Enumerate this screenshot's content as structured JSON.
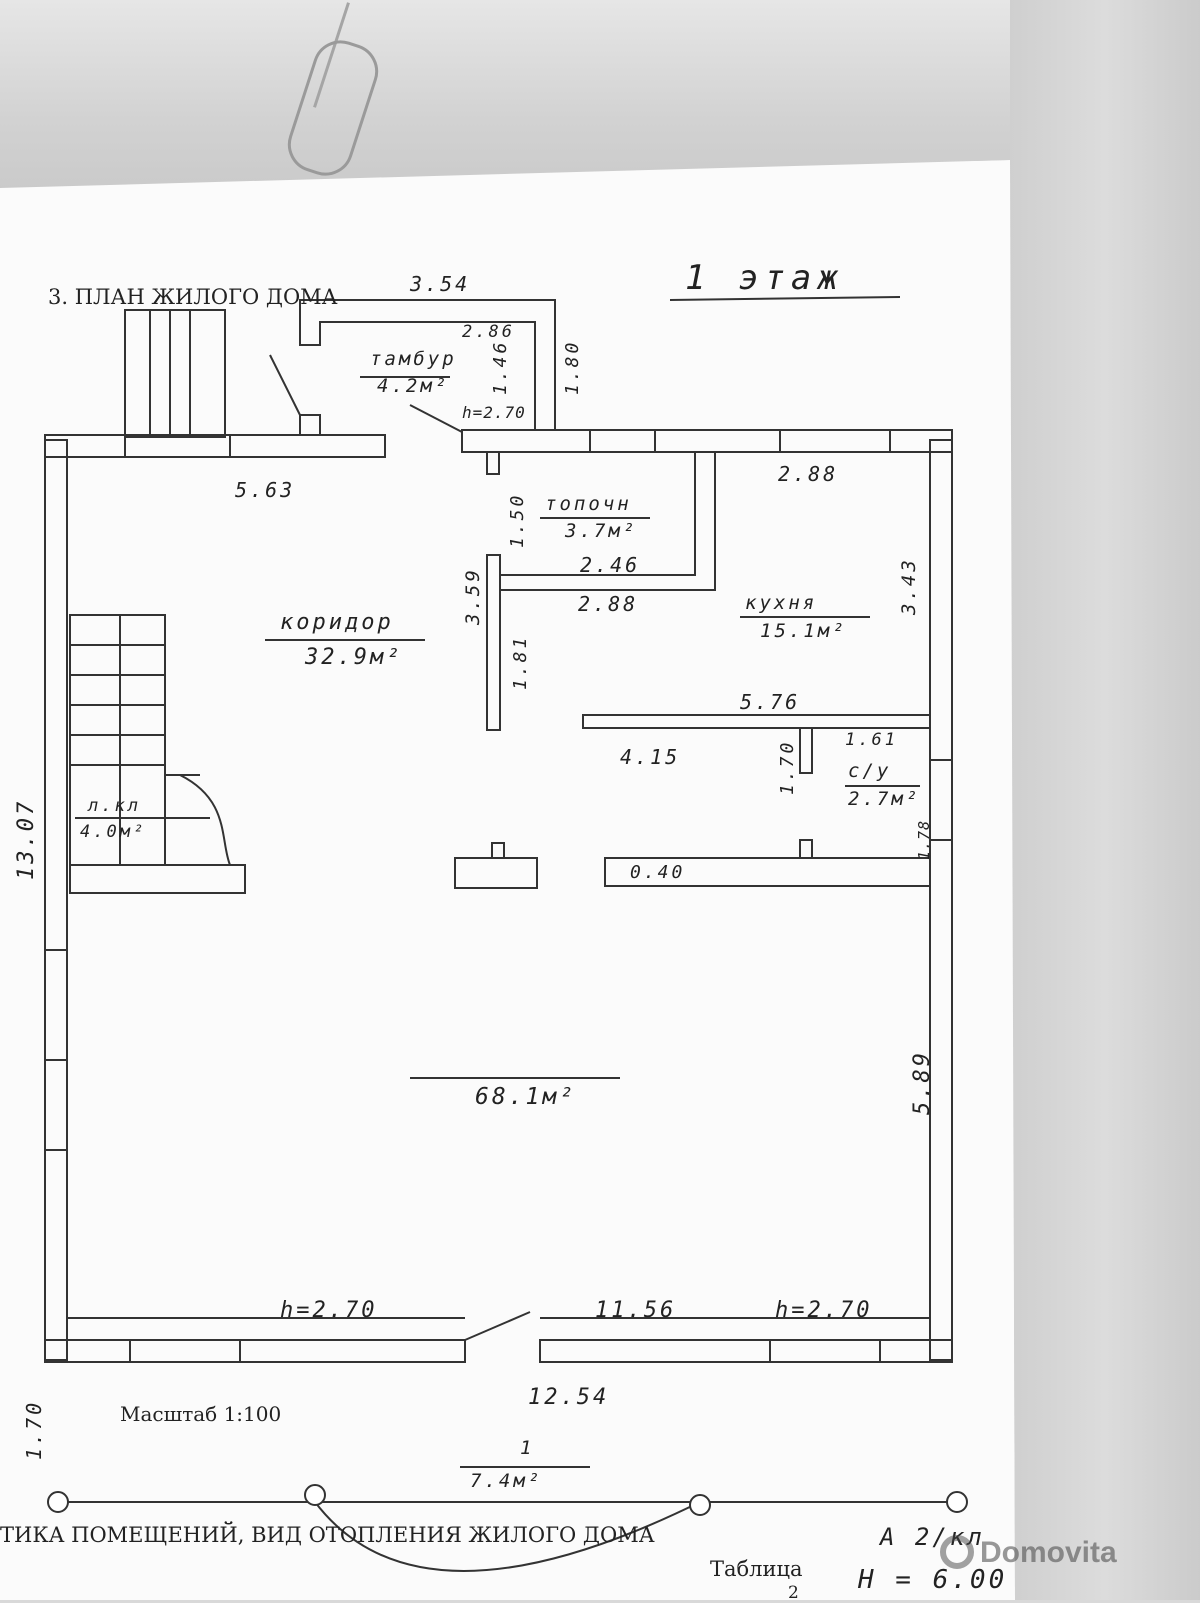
{
  "header": {
    "title": "3. ПЛАН ЖИЛОГО ДОМА",
    "floor": "1 этаж"
  },
  "rooms": [
    {
      "name": "тамбур",
      "area": "4.2м²"
    },
    {
      "name": "топочн",
      "area": "3.7м²"
    },
    {
      "name": "кухня",
      "area": "15.1м²"
    },
    {
      "name": "коридор",
      "area": "32.9м²"
    },
    {
      "name": "с/у",
      "area": "2.7м²"
    },
    {
      "name": "л.кл",
      "area": "4.0м²"
    },
    {
      "name": "",
      "area": "68.1м²"
    },
    {
      "name": "1",
      "area": "7.4м²"
    }
  ],
  "dimensions": {
    "top_354": "3.54",
    "tambur_286": "2.86",
    "tambur_146": "1.46",
    "tambur_180": "1.80",
    "tambur_h": "h=2.70",
    "top_563": "5.63",
    "top_288": "2.88",
    "topoch_150": "1.50",
    "topoch_246": "2.46",
    "wall_359": "3.59",
    "kitchen_288": "2.88",
    "kitchen_343": "3.43",
    "wall_181": "1.81",
    "wall_576": "5.76",
    "wall_415": "4.15",
    "wc_161": "1.61",
    "wc_170": "1.70",
    "wc_178": "1.78",
    "wall_040": "0.40",
    "left_1307": "13.07",
    "right_589": "5.89",
    "bottom_h_left": "h=2.70",
    "bottom_1156": "11.56",
    "bottom_h_right": "h=2.70",
    "bottom_1254": "12.54",
    "porch_170": "1.70"
  },
  "footer": {
    "scale": "Масштаб 1:100",
    "caption": "тика помещений, вид отопления жилого дома",
    "table_label": "Таблица",
    "table_number": "2",
    "stamp": "А 2/кл",
    "height": "Н = 6.00",
    "watermark": "Domovita"
  }
}
